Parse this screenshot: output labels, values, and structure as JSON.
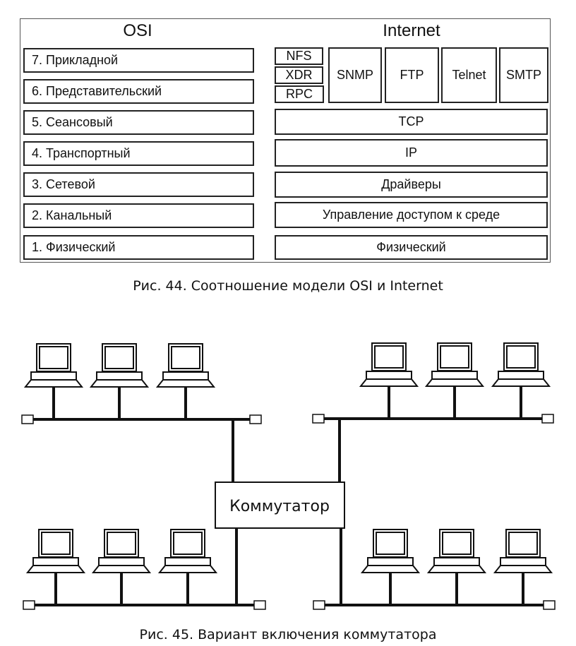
{
  "figure44": {
    "osi_title": "OSI",
    "internet_title": "Internet",
    "osi_layers": [
      "7. Прикладной",
      "6. Представительский",
      "5. Сеансовый",
      "4. Транспортный",
      "3. Сетевой",
      "2. Канальный",
      "1. Физический"
    ],
    "internet_small": [
      "NFS",
      "XDR",
      "RPC"
    ],
    "internet_apps": [
      "SNMP",
      "FTP",
      "Telnet",
      "SMTP"
    ],
    "internet_layers": [
      "TCP",
      "IP",
      "Драйверы",
      "Управление доступом к среде",
      "Физический"
    ],
    "caption": "Рис. 44. Соотношение модели OSI и Internet"
  },
  "figure45": {
    "switch_label": "Коммутатор",
    "segments": [
      {
        "name": "top-left",
        "computers": 3
      },
      {
        "name": "top-right",
        "computers": 3
      },
      {
        "name": "bottom-left",
        "computers": 3
      },
      {
        "name": "bottom-right",
        "computers": 3
      }
    ],
    "caption": "Рис. 45. Вариант включения коммутатора"
  }
}
